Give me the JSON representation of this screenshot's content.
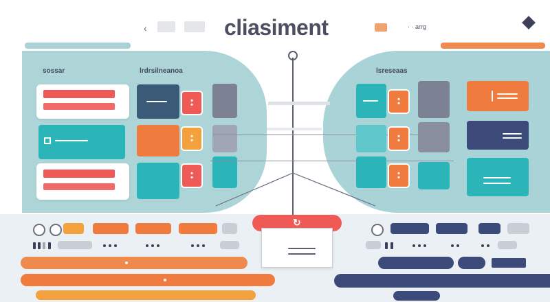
{
  "header": {
    "title": "cliasiment",
    "meta_text": "· · arrg",
    "left_chevron": "‹"
  },
  "panels": {
    "left_label": "sossar",
    "middle_label": "lrdrsilneanoa",
    "right_label": "lsreseaas"
  },
  "colors": {
    "accent_orange": "#ef7b3e",
    "accent_red": "#ef5a56",
    "accent_teal": "#2bb5b8",
    "navy": "#3b4a78",
    "slate": "#7d8194",
    "panel_bg": "#a9d3d6"
  },
  "icons": {
    "menu": "diamond-menu-icon",
    "refresh": "refresh-icon",
    "up_arrow": "up-arrow-icon"
  },
  "center_popup": {
    "button_icon": "↻"
  }
}
